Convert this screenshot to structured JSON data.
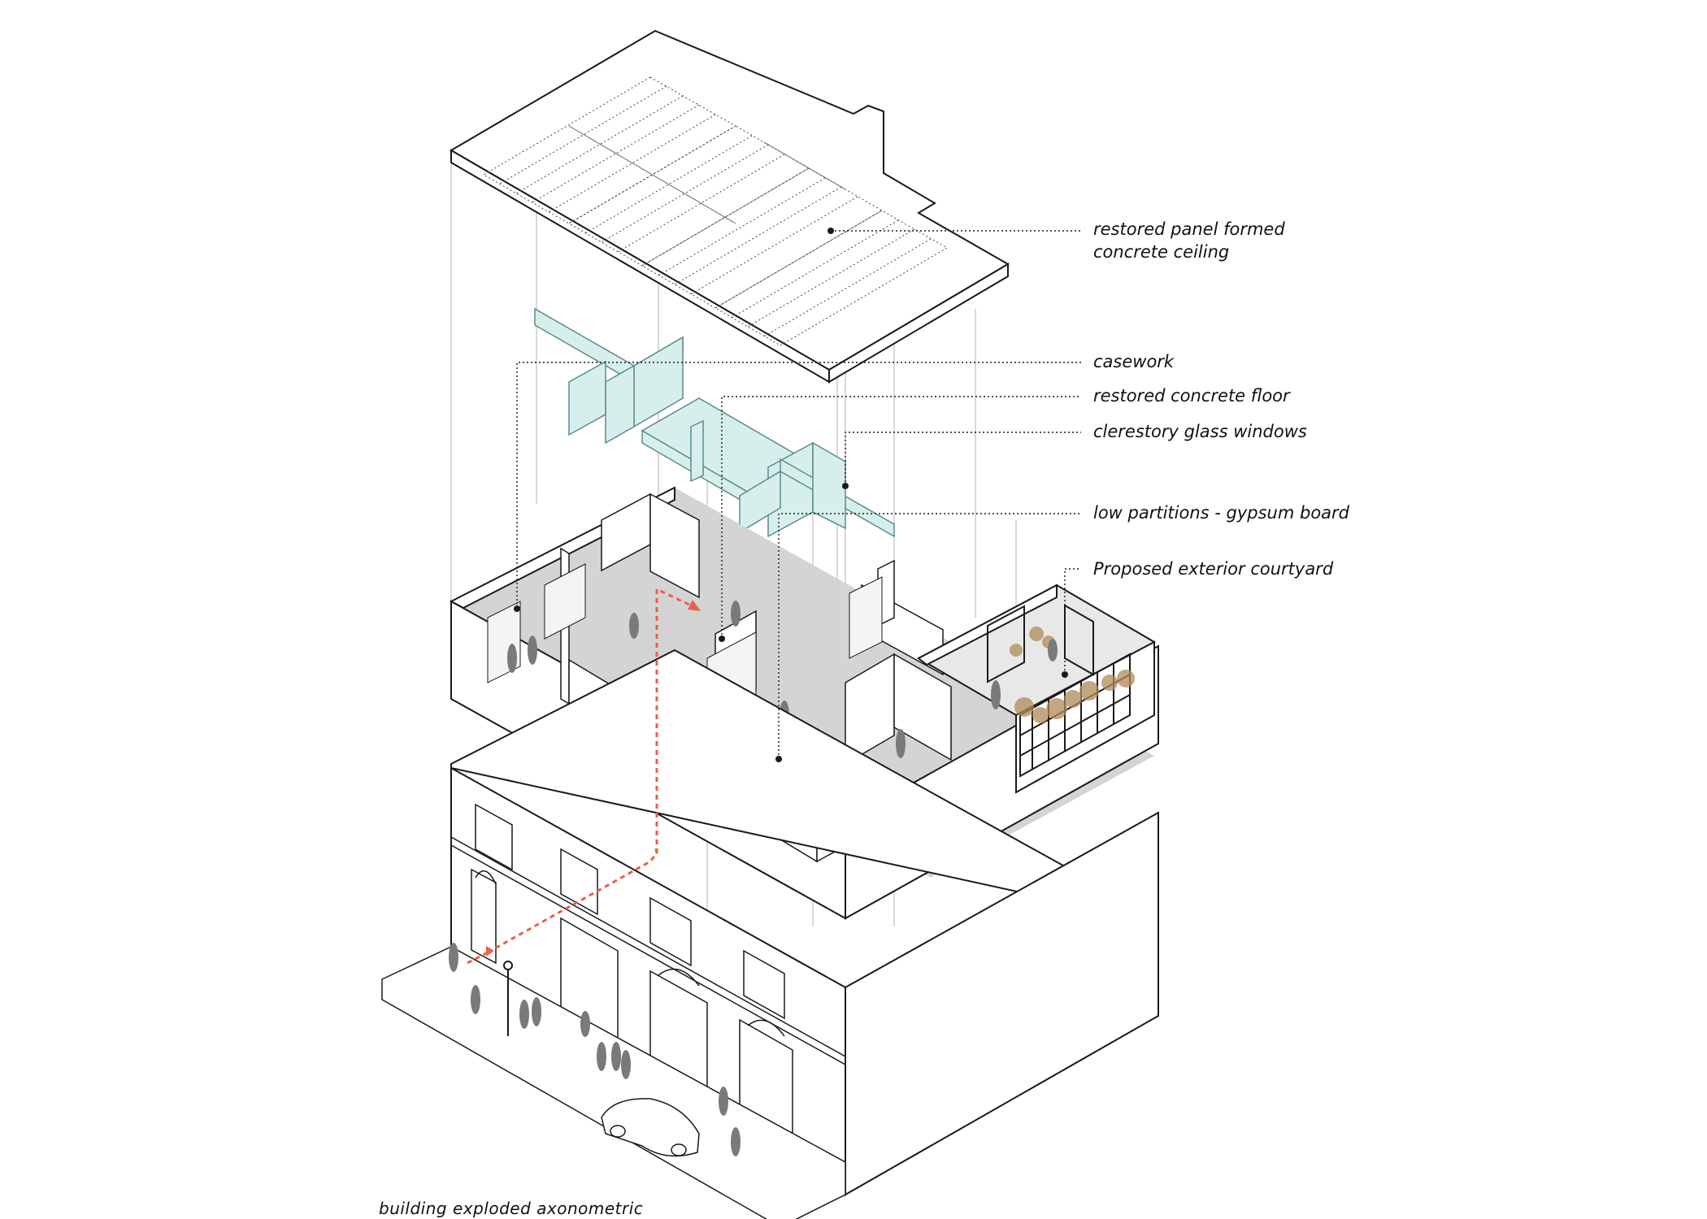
{
  "diagram": {
    "caption": "building exploded axonometric",
    "callouts": [
      {
        "id": "ceiling",
        "text": "restored panel formed\nconcrete ceiling"
      },
      {
        "id": "casework",
        "text": "casework"
      },
      {
        "id": "floor",
        "text": "restored concrete floor"
      },
      {
        "id": "clerestory",
        "text": "clerestory glass windows"
      },
      {
        "id": "partitions",
        "text": "low partitions - gypsum board"
      },
      {
        "id": "courtyard",
        "text": "Proposed exterior courtyard"
      }
    ]
  },
  "colors": {
    "line": "#1a1a1a",
    "thin_line": "#8a8a8a",
    "glass": "#d6efed",
    "glass_edge": "#5a8c88",
    "floor": "#cfcfcf",
    "figures": "#7a7a7a",
    "circulation_path": "#e8604c",
    "foliage": "#b08a5a"
  }
}
